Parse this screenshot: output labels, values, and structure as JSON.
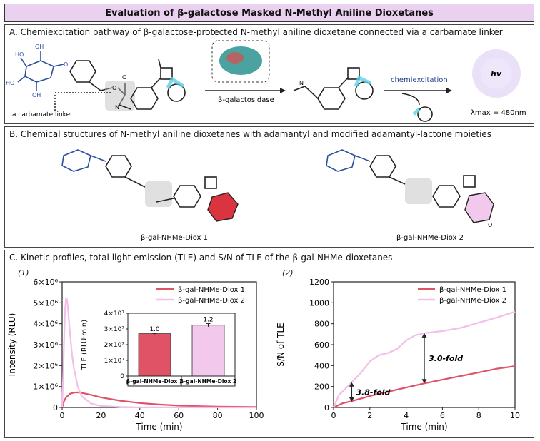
{
  "title": "Evaluation of β-galactose Masked N-Methyl Aniline Dioxetanes",
  "panel_a": {
    "heading": "A. Chemiexcitation pathway of β-galactose-protected N-methyl aniline dioxetane connected via a carbamate linker",
    "linker_label": "a carbamate linker",
    "enzyme_label": "β-galactosidase",
    "step_label": "chemiexcitation",
    "hv_label": "hv",
    "lambda_label": "λmax = 480nm"
  },
  "panel_b": {
    "heading": "B. Chemical structures of N-methyl aniline dioxetanes with adamantyl and modified adamantyl-lactone moieties",
    "compound1": "β-gal-NHMe-Diox 1",
    "compound2": "β-gal-NHMe-Diox 2"
  },
  "panel_c": {
    "heading": "C. Kinetic profiles, total light emission (TLE) and S/N of TLE of the β-gal-NHMe-dioxetanes",
    "plot1_label": "(1)",
    "plot2_label": "(2)"
  },
  "chart_data": [
    {
      "type": "line",
      "xlabel": "Time (min)",
      "ylabel": "Intensity (RLU)",
      "xlim": [
        0,
        100
      ],
      "ylim": [
        0,
        6000000
      ],
      "xticks": [
        "0",
        "20",
        "40",
        "60",
        "80",
        "100"
      ],
      "yticks": [
        "0",
        "1×10⁶",
        "2×10⁶",
        "3×10⁶",
        "4×10⁶",
        "5×10⁶",
        "6×10⁶"
      ],
      "legend_position": "top-right",
      "series": [
        {
          "name": "β-gal-NHMe-Diox 1",
          "color": "#e05367",
          "x": [
            0,
            1,
            2,
            4,
            6,
            8,
            10,
            15,
            20,
            30,
            40,
            50,
            60,
            70,
            80,
            90,
            100
          ],
          "y": [
            0,
            300000,
            480000,
            650000,
            710000,
            720000,
            700000,
            600000,
            480000,
            320000,
            210000,
            140000,
            90000,
            60000,
            40000,
            30000,
            20000
          ]
        },
        {
          "name": "β-gal-NHMe-Diox 2",
          "color": "#f2bfe9",
          "x": [
            0,
            0.5,
            1,
            1.5,
            2,
            2.5,
            3,
            4,
            5,
            6,
            8,
            10,
            15,
            20,
            30,
            40,
            50,
            60,
            80,
            100
          ],
          "y": [
            0,
            1500000,
            3200000,
            4700000,
            5200000,
            5150000,
            4700000,
            3600000,
            2600000,
            1900000,
            1000000,
            550000,
            180000,
            70000,
            20000,
            8000,
            4000,
            2000,
            1000,
            500
          ]
        }
      ],
      "inset": {
        "type": "bar",
        "ylabel": "TLE (RLU·min)",
        "ylim": [
          0,
          40000000
        ],
        "yticks": [
          "0",
          "1×10⁷",
          "2×10⁷",
          "3×10⁷",
          "4×10⁷"
        ],
        "categories": [
          "β-gal-NHMe-Diox 1",
          "β-gal-NHMe-Diox 2"
        ],
        "values": [
          27000000,
          32400000
        ],
        "errors": [
          300000,
          1000000
        ],
        "data_labels": [
          "1.0",
          "1.2"
        ],
        "colors": [
          "#e05367",
          "#f2c8ec"
        ]
      }
    },
    {
      "type": "line",
      "xlabel": "Time (min)",
      "ylabel": "S/N of TLE",
      "xlim": [
        0,
        10
      ],
      "ylim": [
        0,
        1200
      ],
      "xticks": [
        "0",
        "2",
        "4",
        "6",
        "8",
        "10"
      ],
      "yticks": [
        "0",
        "200",
        "400",
        "600",
        "800",
        "1000",
        "1200"
      ],
      "legend_position": "top-left",
      "series": [
        {
          "name": "β-gal-NHMe-Diox 1",
          "color": "#e05367",
          "x": [
            0,
            0.5,
            1,
            2,
            3,
            4,
            5,
            6,
            7,
            8,
            9,
            10
          ],
          "y": [
            0,
            40,
            60,
            110,
            150,
            190,
            230,
            265,
            300,
            335,
            370,
            395
          ]
        },
        {
          "name": "β-gal-NHMe-Diox 2",
          "color": "#f2bfe9",
          "x": [
            0,
            0.3,
            0.6,
            1,
            1.5,
            2,
            2.5,
            3,
            3.5,
            4,
            4.5,
            5,
            6,
            7,
            8,
            9,
            10
          ],
          "y": [
            0,
            120,
            170,
            240,
            330,
            440,
            500,
            520,
            560,
            640,
            690,
            710,
            730,
            760,
            810,
            860,
            915
          ]
        }
      ],
      "annotations": [
        {
          "text": "3.8-fold",
          "x": 1,
          "y_low": 55,
          "y_high": 240
        },
        {
          "text": "3.0-fold",
          "x": 5,
          "y_low": 230,
          "y_high": 710
        }
      ]
    }
  ]
}
